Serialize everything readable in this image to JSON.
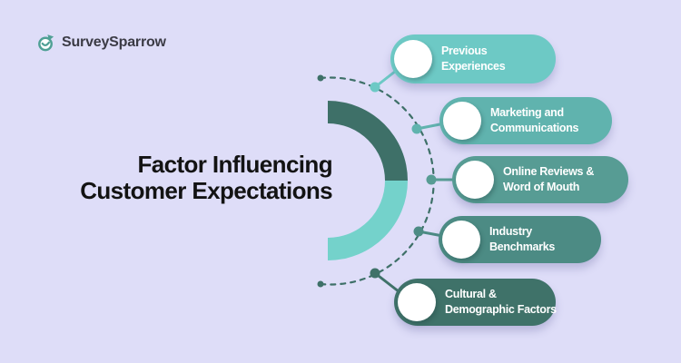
{
  "background_color": "#deddf8",
  "logo": {
    "brand": "SurveySparrow",
    "icon": "sparrow-bird-icon",
    "icon_color": "#4fa095",
    "text_color": "#3b3b45"
  },
  "title": {
    "line1": "Factor Influencing",
    "line2": "Customer Expectations",
    "color": "#131313"
  },
  "diagram": {
    "donut": {
      "top_color": "#3e7068",
      "bottom_color": "#74d2cb"
    },
    "dashed_arc_color": "#3e7068",
    "items": [
      {
        "label": "Previous Experiences",
        "lines": [
          "Previous",
          "Experiences"
        ],
        "color": "#6dc9c5"
      },
      {
        "label": "Marketing and Communications",
        "lines": [
          "Marketing and",
          "Communications"
        ],
        "color": "#60b3ae"
      },
      {
        "label": "Online Reviews & Word of Mouth",
        "lines": [
          "Online Reviews &",
          "Word of Mouth"
        ],
        "color": "#579c94"
      },
      {
        "label": "Industry Benchmarks",
        "lines": [
          "Industry",
          "Benchmarks"
        ],
        "color": "#4c8b84"
      },
      {
        "label": "Cultural & Demographic Factors",
        "lines": [
          "Cultural &",
          "Demographic Factors"
        ],
        "color": "#3f7269"
      }
    ]
  }
}
